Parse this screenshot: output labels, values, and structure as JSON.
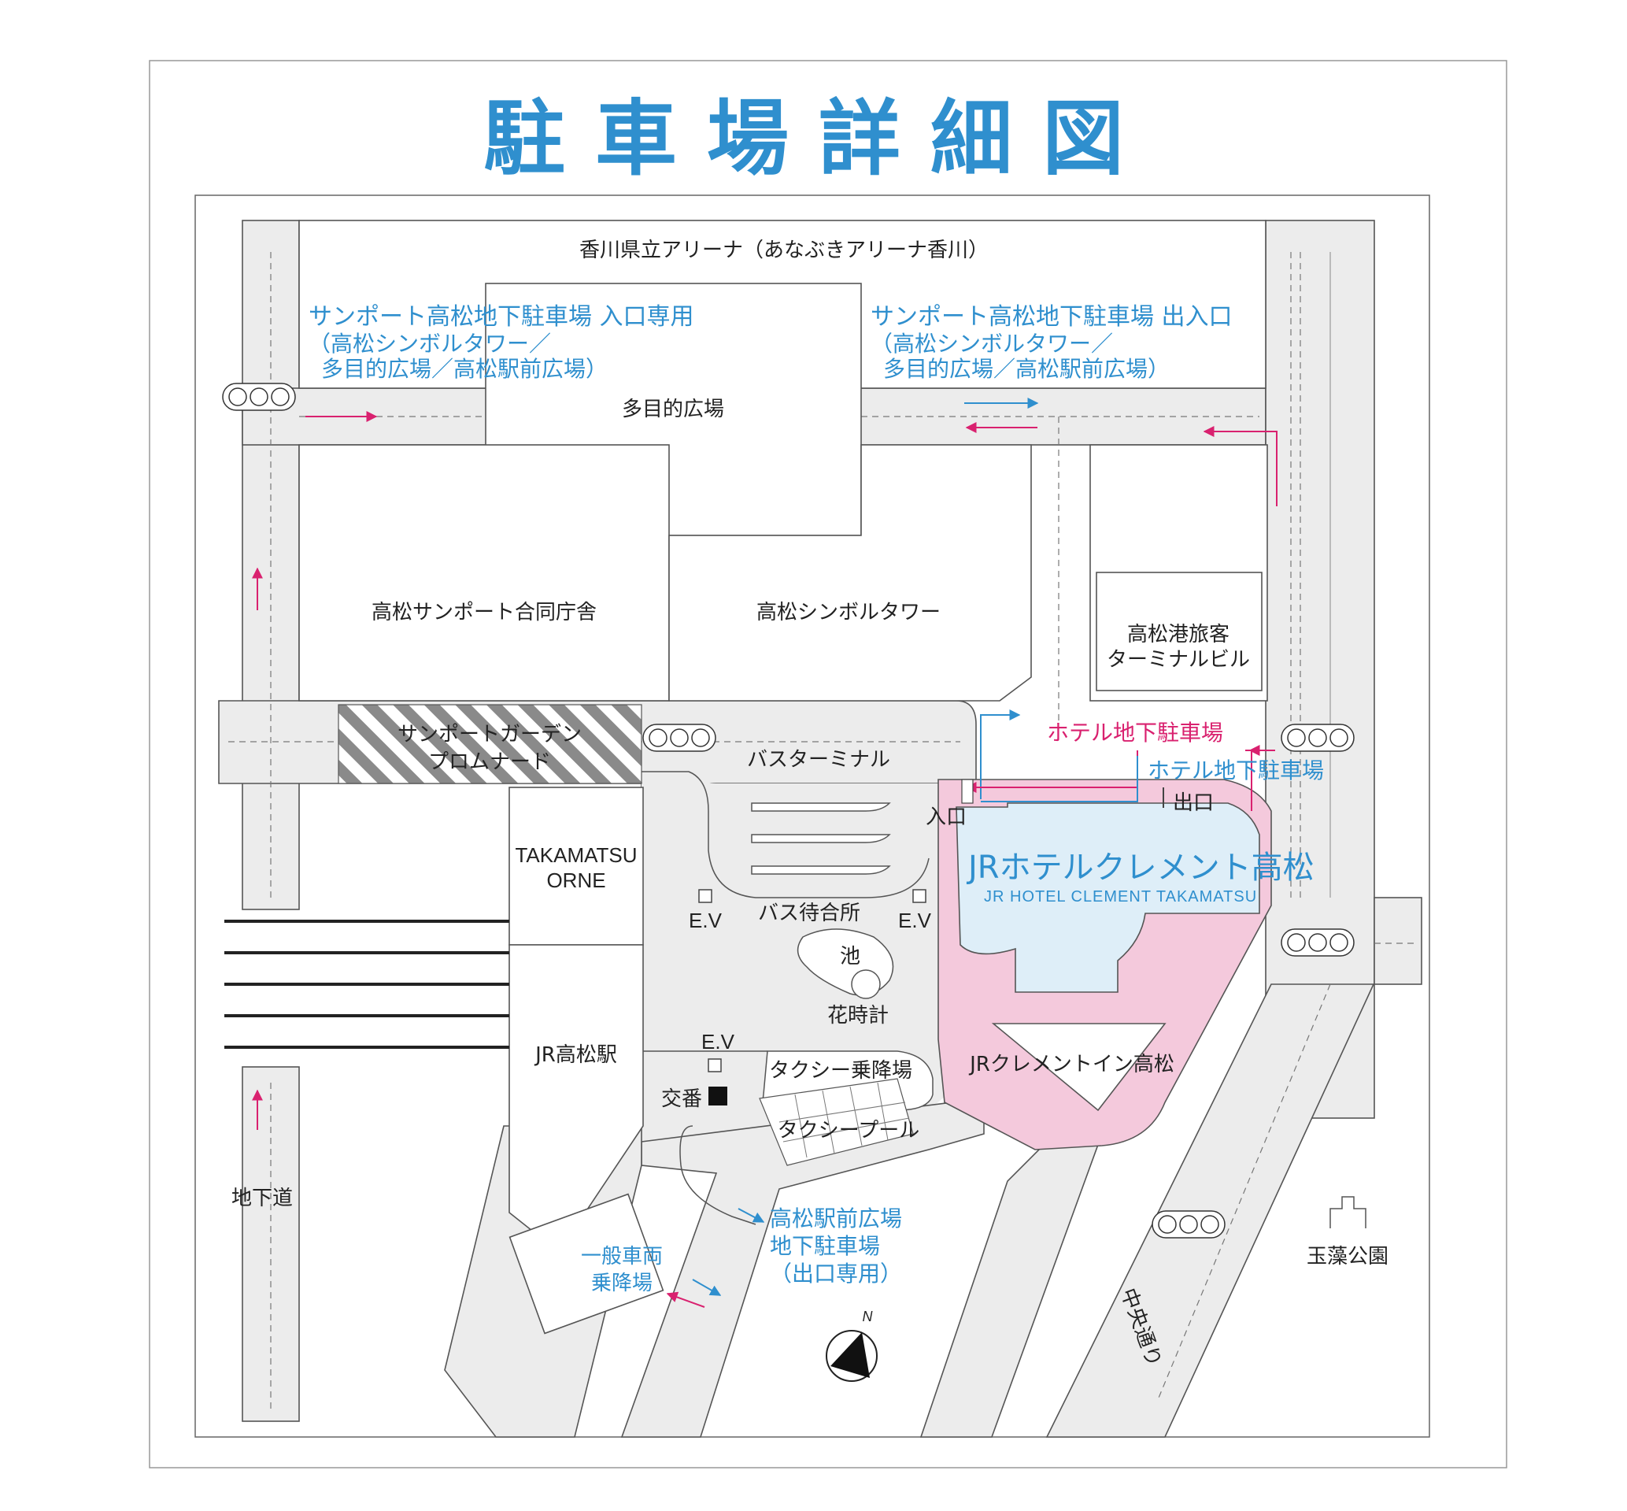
{
  "title": "駐車場詳細図",
  "labels": {
    "arena": "香川県立アリーナ（あなぶきアリーナ香川）",
    "plaza": "多目的広場",
    "govt": "高松サンポート合同庁舎",
    "symbol_tower": "高松シンボルタワー",
    "ferry_terminal_1": "高松港旅客",
    "ferry_terminal_2": "ターミナルビル",
    "promenade_1": "サンポートガーデン",
    "promenade_2": "プロムナード",
    "bus_terminal": "バスターミナル",
    "orne_1": "TAKAMATSU",
    "orne_2": "ORNE",
    "ev": "E.V",
    "bus_wait": "バス待合所",
    "pond": "池",
    "flower_clock": "花時計",
    "jr_station": "JR高松駅",
    "taxi_stand": "タクシー乗降場",
    "taxi_pool": "タクシープール",
    "koban": "交番",
    "underpass": "地下道",
    "general_vehicle_1": "一般車両",
    "general_vehicle_2": "乗降場",
    "clement_inn": "JRクレメントイン高松",
    "entrance": "入口",
    "exit": "出口",
    "tamamo_park": "玉藻公園",
    "chuo_dori": "中央通り",
    "north": "N"
  },
  "parking": {
    "sunport_entry_only": {
      "line1": "サンポート高松地下駐車場 入口専用",
      "line2": "（高松シンボルタワー／",
      "line3": "多目的広場／高松駅前広場）"
    },
    "sunport_in_out": {
      "line1": "サンポート高松地下駐車場 出入口",
      "line2": "（高松シンボルタワー／",
      "line3": "多目的広場／高松駅前広場）"
    },
    "hotel_parking_pink": "ホテル地下駐車場",
    "hotel_parking_blue": "ホテル地下駐車場",
    "station_plaza": {
      "line1": "高松駅前広場",
      "line2": "地下駐車場",
      "line3": "（出口専用）"
    }
  },
  "hotel": {
    "name_ja": "JRホテルクレメント高松",
    "name_en": "JR HOTEL CLEMENT TAKAMATSU"
  },
  "colors": {
    "accent_blue": "#2f8fce",
    "accent_pink": "#d9216f",
    "road_gray": "#ececec",
    "hotel_fill": "#deeef8",
    "hotel_grounds": "#f4c9dc"
  }
}
